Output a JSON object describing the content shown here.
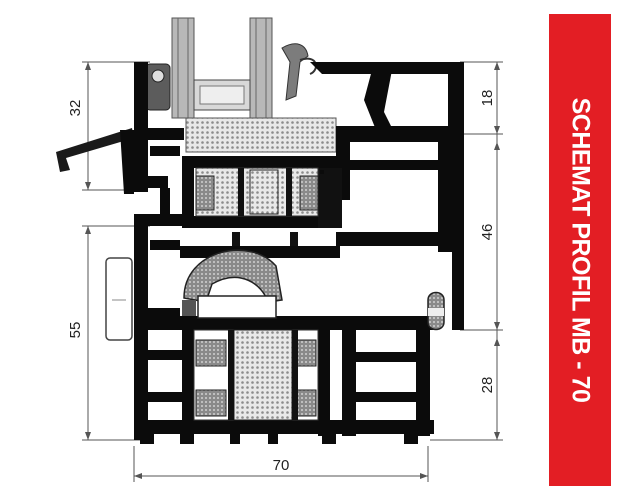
{
  "banner": {
    "text": "SCHEMAT PROFIL MB - 70",
    "color": "#e31e24"
  },
  "dimensions": {
    "left_top": "32",
    "left_bottom": "55",
    "right_top": "18",
    "right_middle": "46",
    "right_bottom": "28",
    "bottom_width": "70"
  },
  "colors": {
    "profile": "#0b0b0b",
    "insulation": "#bdbdbd",
    "glazing": "#a9a9a9",
    "seal": "#3a3a3a"
  }
}
